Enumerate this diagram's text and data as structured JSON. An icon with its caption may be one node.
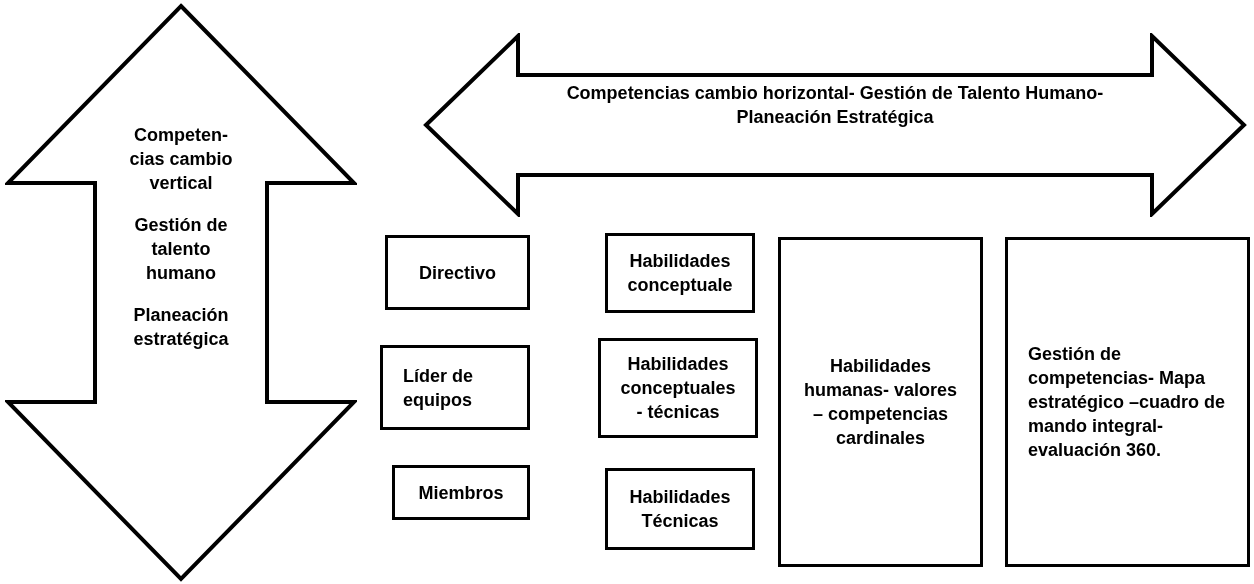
{
  "diagram": {
    "nodes": [
      {
        "text": [
          "Competen- cias cambio vertical",
          "Gestión de talento humano",
          "Planeación estratégica"
        ]
      },
      {
        "text": [
          "Competencias cambio horizontal- Gestión de Talento Humano- Planeación Estratégica"
        ]
      },
      {
        "text": [
          "Directivo"
        ]
      },
      {
        "text": [
          "Habilidades conceptuale"
        ]
      },
      {
        "text": [
          "Habilidades humanas- valores – competencias cardinales"
        ]
      },
      {
        "text": [
          "Gestión de competencias- Mapa estratégico –cuadro de mando integral- evaluación 360."
        ]
      },
      {
        "text": [
          "Líder de equipos"
        ]
      },
      {
        "text": [
          "Habilidades conceptuales - técnicas"
        ]
      },
      {
        "text": [
          "Miembros"
        ]
      },
      {
        "text": [
          "Habilidades Técnicas"
        ]
      }
    ],
    "edges": []
  }
}
